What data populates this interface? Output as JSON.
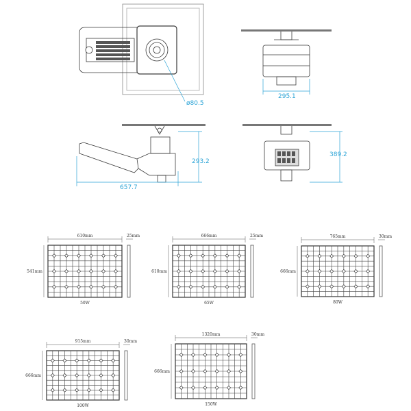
{
  "lamp_dimensions": {
    "top_diameter": "ø80.5",
    "front_width": "295.1",
    "side_length": "657.7",
    "side_height": "293.2",
    "rear_height": "389.2"
  },
  "panels": [
    {
      "width": "610mm",
      "thickness": "25mm",
      "height": "541mm",
      "power": "50W",
      "cols": 6,
      "rows": 10
    },
    {
      "width": "666mm",
      "thickness": "25mm",
      "height": "610mm",
      "power": "65W",
      "cols": 6,
      "rows": 10
    },
    {
      "width": "765mm",
      "thickness": "30mm",
      "height": "666mm",
      "power": "80W",
      "cols": 6,
      "rows": 10
    },
    {
      "width": "915mm",
      "thickness": "30mm",
      "height": "666mm",
      "power": "100W",
      "cols": 6,
      "rows": 10
    },
    {
      "width": "1320mm",
      "thickness": "30mm",
      "height": "666mm",
      "power": "150W",
      "cols": 6,
      "rows": 10
    }
  ],
  "colors": {
    "dimension_line": "#2aa3d6",
    "drawing_line": "#3a3a3a"
  }
}
